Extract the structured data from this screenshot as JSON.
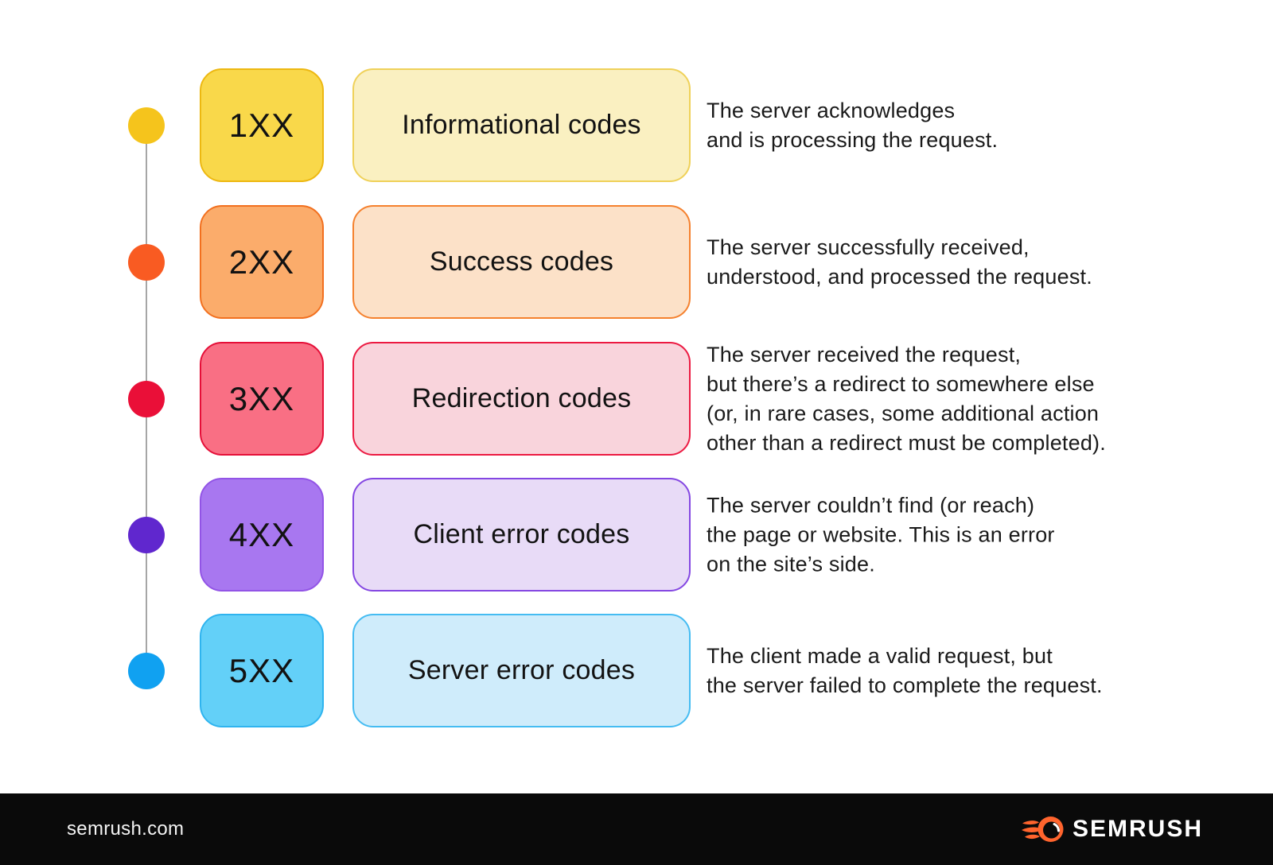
{
  "page": {
    "background": "#ffffff"
  },
  "timeline": {
    "line_color": "#a6a6a6"
  },
  "rows": [
    {
      "code": "1XX",
      "label": "Informational codes",
      "description": "The server acknowledges\nand is processing the request.",
      "colors": {
        "dot": "#f5c41c",
        "box_bg": "#f9d84a",
        "box_border": "#edb811",
        "label_bg": "#faf0c1",
        "label_border": "#efd159"
      }
    },
    {
      "code": "2XX",
      "label": "Success codes",
      "description": "The server successfully received,\nunderstood, and processed the request.",
      "colors": {
        "dot": "#f95b22",
        "box_bg": "#fbac6b",
        "box_border": "#f2701f",
        "label_bg": "#fce1c8",
        "label_border": "#f5812e"
      }
    },
    {
      "code": "3XX",
      "label": "Redirection codes",
      "description": "The server received the request,\nbut there’s a redirect to somewhere else\n(or, in rare cases, some additional action\nother than a redirect must be completed).",
      "colors": {
        "dot": "#ea0f38",
        "box_bg": "#f96f84",
        "box_border": "#e50f38",
        "label_bg": "#f9d4dc",
        "label_border": "#ec1a42"
      }
    },
    {
      "code": "4XX",
      "label": "Client error codes",
      "description": "The server couldn’t find (or reach)\nthe page or website. This is an error\non the site’s side.",
      "colors": {
        "dot": "#6027ce",
        "box_bg": "#a877f0",
        "box_border": "#9254e6",
        "label_bg": "#e8dbf7",
        "label_border": "#8447e2"
      }
    },
    {
      "code": "5XX",
      "label": "Server error codes",
      "description": "The client made a valid request, but\nthe server failed to complete the request.",
      "colors": {
        "dot": "#10a1f1",
        "box_bg": "#63d0f8",
        "box_border": "#2fb4ef",
        "label_bg": "#cfecfb",
        "label_border": "#45bcf2"
      }
    }
  ],
  "footer": {
    "site_label": "semrush.com",
    "brand_name": "SEMRUSH",
    "bar_color": "#0a0a0a",
    "logo_orange": "#ff642d",
    "logo_pupil": "#0a0a0a",
    "logo_highlight": "#ffffff"
  }
}
